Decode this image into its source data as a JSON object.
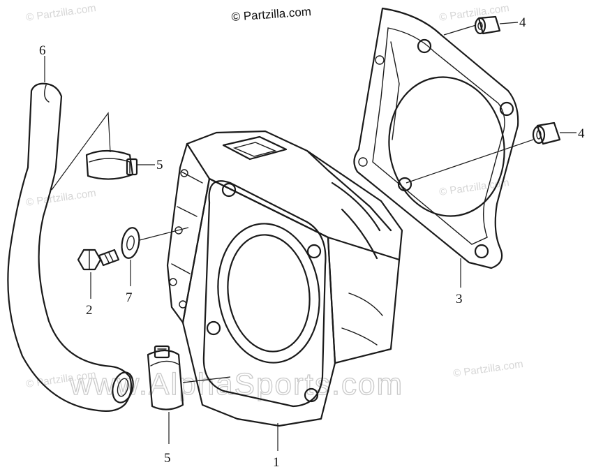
{
  "credit": "© Partzilla.com",
  "watermarks": {
    "small": "© Partzilla.com",
    "large": "www.AlphaSports.com"
  },
  "callouts": {
    "cylinder": "1",
    "bolt": "2",
    "gasket": "3",
    "dowel_upper": "4",
    "dowel_lower": "4",
    "clamp_upper": "5",
    "clamp_lower": "5",
    "hose": "6",
    "washer": "7"
  }
}
